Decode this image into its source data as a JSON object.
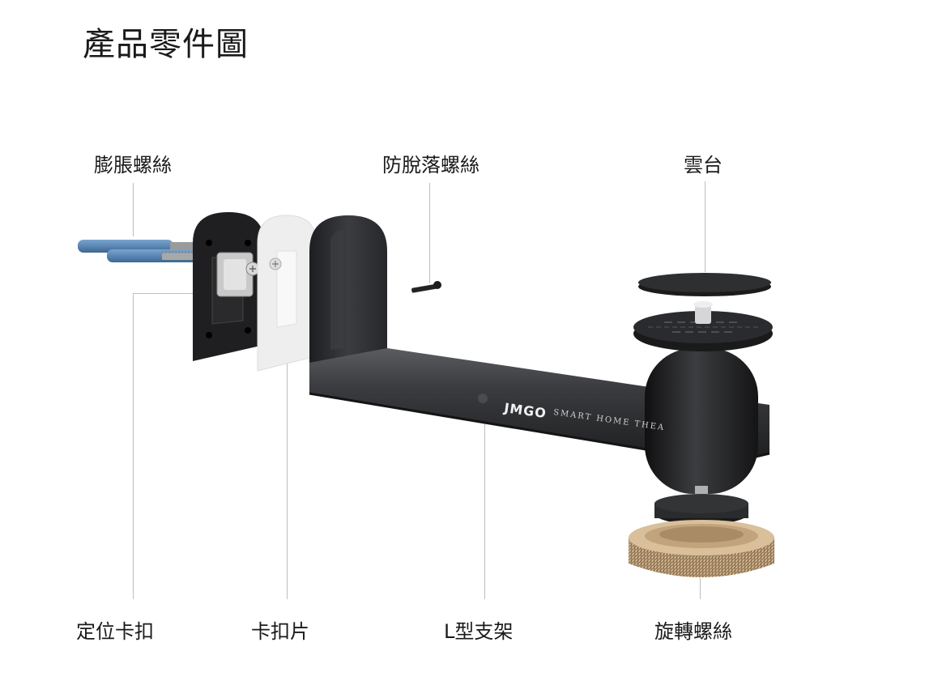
{
  "page": {
    "title": "產品零件圖"
  },
  "labels": {
    "anchor_screw": "膨脹螺絲",
    "anti_drop_screw": "防脫落螺絲",
    "pan_tilt_head": "雲台",
    "positioning_clip": "定位卡扣",
    "clip_plate": "卡扣片",
    "l_bracket": "L型支架",
    "rotating_screw": "旋轉螺絲"
  },
  "brand": {
    "logo": "JMGO",
    "tagline": "SMART HOME THEA"
  },
  "colors": {
    "anchor_blue": "#5b87b4",
    "bracket_dark": "#2c2d2f",
    "plate_black": "#1f1f21",
    "knob_gold": "#c8ab86"
  }
}
